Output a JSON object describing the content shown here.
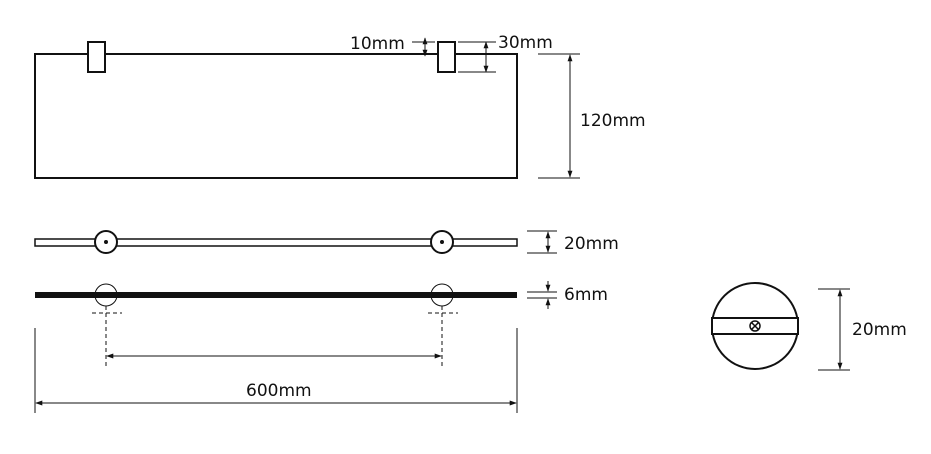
{
  "dimensions": {
    "clamp_gap": "10mm",
    "clamp_height": "30mm",
    "shelf_depth": "120mm",
    "bracket_height": "20mm",
    "glass_thickness": "6mm",
    "shelf_width": "600mm",
    "end_cap_diameter": "20mm"
  }
}
